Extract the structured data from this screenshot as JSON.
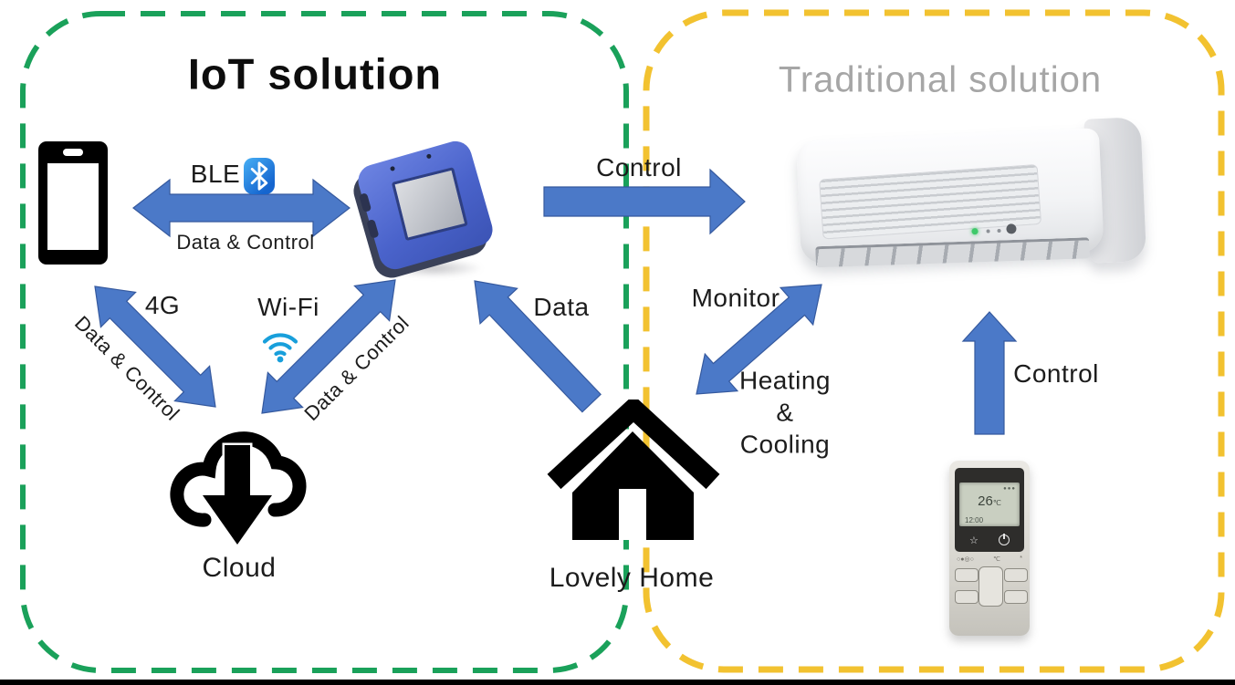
{
  "iot_box": {
    "title": "IoT solution"
  },
  "traditional_box": {
    "title": "Traditional solution"
  },
  "links": {
    "ble": {
      "label": "BLE",
      "sub": "Data & Control"
    },
    "control_top": {
      "label": "Control"
    },
    "fourg": {
      "label": "4G",
      "sub": "Data & Control"
    },
    "wifi": {
      "label": "Wi-Fi",
      "sub": "Data & Control"
    },
    "data_home": {
      "label": "Data"
    },
    "monitor": {
      "label": "Monitor",
      "sub": [
        "Heating",
        "&",
        "Cooling"
      ]
    },
    "control_remote": {
      "label": "Control"
    }
  },
  "nodes": {
    "cloud": {
      "label": "Cloud"
    },
    "home": {
      "label": "Lovely Home"
    },
    "remote": {
      "temp": "26",
      "unit": "℃",
      "time": "12:00",
      "star": "☆"
    }
  },
  "icons": {
    "phone": "smartphone-icon",
    "bluetooth": "bluetooth-icon",
    "wifi": "wifi-icon",
    "cloud_download": "cloud-download-icon",
    "house": "house-icon",
    "thermostat": "thermostat-device",
    "ac": "air-conditioner-unit",
    "remote": "remote-control",
    "power": "power-icon",
    "star": "star-icon"
  },
  "colors": {
    "iot_border_green": "#1aa15a",
    "traditional_border_yellow": "#f2c230",
    "arrow_blue": "#4b79c8",
    "bluetooth_blue": "#1e88e5",
    "wifi_cyan": "#189fdb",
    "traditional_title_gray": "#a6a6a6",
    "text_dark": "#1c1c1c"
  }
}
